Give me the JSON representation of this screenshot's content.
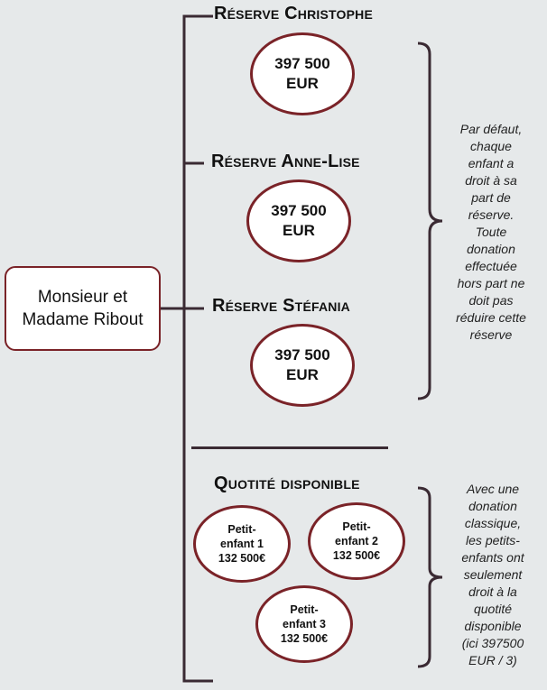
{
  "root": {
    "label_line1": "Monsieur et",
    "label_line2": "Madame Ribout"
  },
  "reserves": [
    {
      "heading": "Réserve Christophe",
      "amount_line1": "397 500",
      "amount_line2": "EUR"
    },
    {
      "heading": "Réserve Anne-Lise",
      "amount_line1": "397 500",
      "amount_line2": "EUR"
    },
    {
      "heading": "Réserve Stéfania",
      "amount_line1": "397 500",
      "amount_line2": "EUR"
    }
  ],
  "reserve_note": {
    "lines": [
      "Par défaut,",
      "chaque",
      "enfant a",
      "droit à sa",
      "part de",
      "réserve.",
      "Toute",
      "donation",
      "effectuée",
      "hors part ne",
      "doit pas",
      "réduire cette",
      "réserve"
    ]
  },
  "quotite": {
    "heading": "Quotité disponible",
    "grandchildren": [
      {
        "line1": "Petit-",
        "line2": "enfant 1",
        "amount": "132 500€"
      },
      {
        "line1": "Petit-",
        "line2": "enfant 2",
        "amount": "132 500€"
      },
      {
        "line1": "Petit-",
        "line2": "enfant 3",
        "amount": "132 500€"
      }
    ]
  },
  "quotite_note": {
    "lines": [
      "Avec une",
      "donation",
      "classique,",
      "les petits-",
      "enfants ont",
      "seulement",
      "droit à la",
      "quotité",
      "disponible",
      "(ici 397500",
      "EUR / 3)"
    ]
  },
  "colors": {
    "accent": "#7a2328",
    "line": "#3a2a33",
    "background": "#e6e9ea"
  }
}
